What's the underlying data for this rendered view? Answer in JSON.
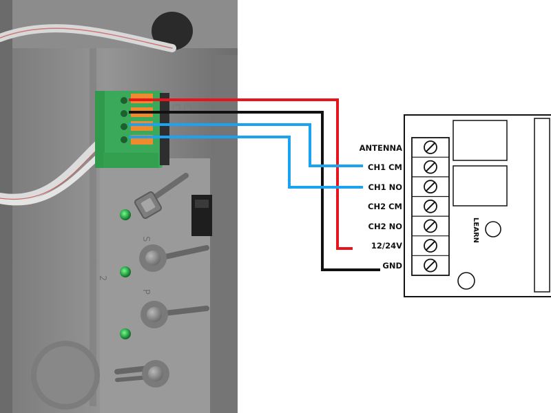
{
  "diagram": {
    "terminals": [
      {
        "id": "antenna",
        "label": "ANTENNA"
      },
      {
        "id": "ch1cm",
        "label": "CH1 CM"
      },
      {
        "id": "ch1no",
        "label": "CH1 NO"
      },
      {
        "id": "ch2cm",
        "label": "CH2 CM"
      },
      {
        "id": "ch2no",
        "label": "CH2 NO"
      },
      {
        "id": "v1224",
        "label": "12/24V"
      },
      {
        "id": "gnd",
        "label": "GND"
      }
    ],
    "learn_label": "LEARN",
    "wires": [
      {
        "id": "red-wire",
        "color": "#e8141c",
        "to": "12/24V"
      },
      {
        "id": "black-wire",
        "color": "#111111",
        "to": "GND"
      },
      {
        "id": "blue-wire-1",
        "color": "#1aa3f0",
        "to": "CH1 CM"
      },
      {
        "id": "blue-wire-2",
        "color": "#1aa3f0",
        "to": "CH1 NO"
      }
    ],
    "photo_embossed_marks": [
      "S",
      "P",
      "2"
    ],
    "colors": {
      "photo_bg": "#8a8a8a",
      "connector": "#3aaa5a",
      "connector_tabs": "#f08a2c",
      "led": "#1f8f3a"
    }
  }
}
